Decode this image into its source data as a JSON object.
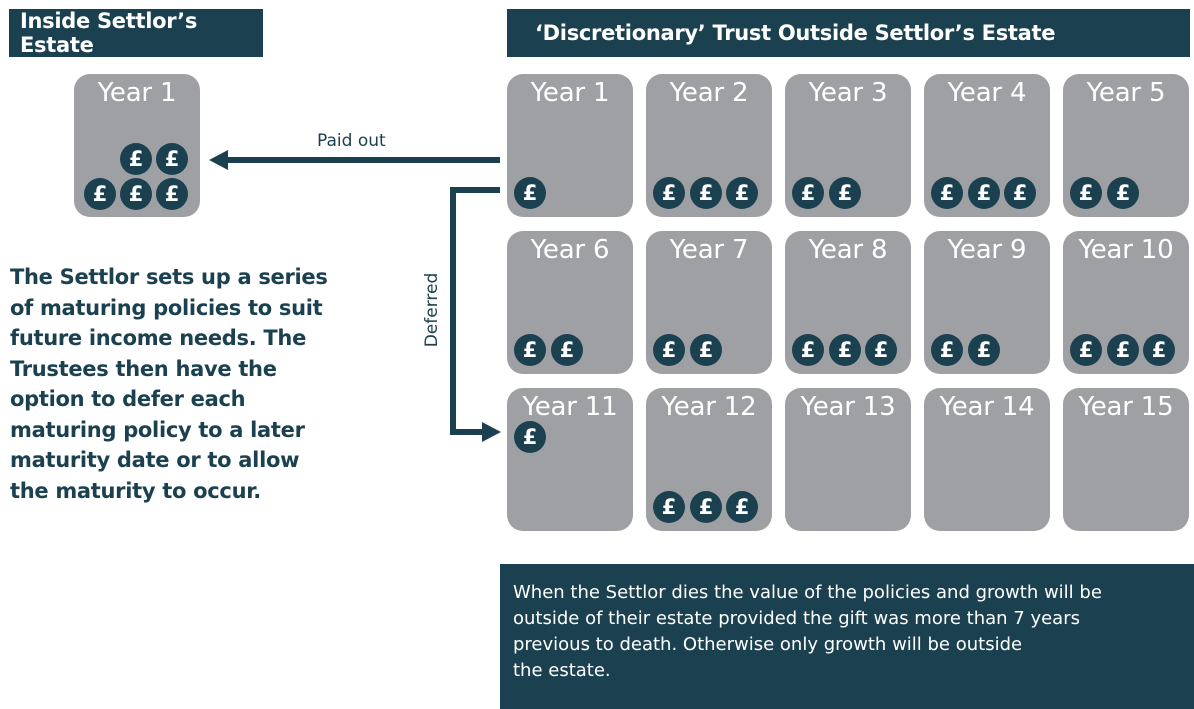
{
  "headers": {
    "inside": "Inside Settlor’s Estate",
    "trust": "‘Discretionary’ Trust Outside Settlor’s Estate"
  },
  "coin_symbol": "£",
  "inside_box": {
    "label": "Year 1",
    "coins": 5
  },
  "trust_boxes": [
    {
      "label": "Year 1",
      "coins": 1
    },
    {
      "label": "Year 2",
      "coins": 3
    },
    {
      "label": "Year 3",
      "coins": 2
    },
    {
      "label": "Year 4",
      "coins": 3
    },
    {
      "label": "Year 5",
      "coins": 2
    },
    {
      "label": "Year 6",
      "coins": 2
    },
    {
      "label": "Year 7",
      "coins": 2
    },
    {
      "label": "Year 8",
      "coins": 3
    },
    {
      "label": "Year 9",
      "coins": 2
    },
    {
      "label": "Year 10",
      "coins": 3
    },
    {
      "label": "Year 11",
      "coins": 1
    },
    {
      "label": "Year 12",
      "coins": 3
    },
    {
      "label": "Year 13",
      "coins": 0
    },
    {
      "label": "Year 14",
      "coins": 0
    },
    {
      "label": "Year 15",
      "coins": 0
    }
  ],
  "arrows": {
    "paid_out": "Paid out",
    "deferred": "Deferred"
  },
  "description_lines": [
    "The Settlor sets up a series",
    "of maturing policies to suit",
    "future income needs. The",
    "Trustees then have the",
    "option to defer each",
    "maturing policy to a later",
    "maturity date or to allow",
    "the maturity to occur."
  ],
  "footer_lines": [
    "When the Settlor dies the value of the policies and growth will be",
    "outside of their estate provided the gift was more than 7 years",
    "previous to death. Otherwise only growth will be outside",
    "the estate."
  ],
  "colors": {
    "dark": "#1b4150",
    "box_gray": "#9fa0a3",
    "white": "#ffffff"
  }
}
